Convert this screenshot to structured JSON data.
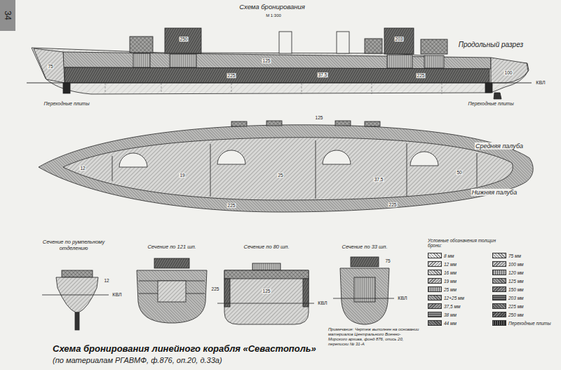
{
  "diagram": {
    "title": "Схема бронирования",
    "caption": "Схема бронирования линейного корабля «Севастополь»",
    "nodes": [
      {
        "text": [
          "34"
        ]
      }
    ],
    "labels": [
      "М 1:300",
      "Продольный разрез",
      "КВЛ",
      "Переходные плиты",
      "Переходные плиты",
      "Средняя палуба",
      "Нижняя палуба",
      "225",
      "125",
      "75",
      "250",
      "203",
      "225",
      "37,5",
      "100",
      "12",
      "19",
      "25",
      "37,5",
      "50",
      "225",
      "225",
      "125",
      "Сечение по румпельному отделению",
      "Сечение по 121 шп.",
      "Сечение по 80 шп.",
      "Сечение по 33 шп.",
      "КВЛ",
      "КВЛ",
      "КВЛ",
      "12",
      "225",
      "125",
      "75",
      "Примечание: Чертеж выполнен на основании материалов Центрального Военно-Морского архива, фонд 876, опись 20, переписки № 31-А",
      "Условные обозначения толщин брони:",
      "(по материалам РГАВМФ, ф.876, оп.20, д.33а)"
    ],
    "legend": [
      {
        "text": "8 мм",
        "color": "#f2f2f2"
      },
      {
        "text": "12 мм",
        "color": "#e0e0e0"
      },
      {
        "text": "16 мм",
        "color": "#d2d2d2"
      },
      {
        "text": "19 мм",
        "color": "#c6c6c6"
      },
      {
        "text": "25 мм",
        "color": "#b8b8b8"
      },
      {
        "text": "12+25 мм",
        "color": "#aaaaaa"
      },
      {
        "text": "37,5 мм",
        "color": "#9c9c9c"
      },
      {
        "text": "38 мм",
        "color": "#8e8e8e"
      },
      {
        "text": "44 мм",
        "color": "#808080"
      },
      {
        "text": "75 мм",
        "color": "#dadada"
      },
      {
        "text": "100 мм",
        "color": "#c8c8c8"
      },
      {
        "text": "120 мм",
        "color": "#b2b2b2"
      },
      {
        "text": "125 мм",
        "color": "#a2a2a2"
      },
      {
        "text": "150 мм",
        "color": "#909090"
      },
      {
        "text": "203 мм",
        "color": "#727272"
      },
      {
        "text": "225 мм",
        "color": "#5c5c5c"
      },
      {
        "text": "250 мм",
        "color": "#464646"
      },
      {
        "text": "Переходные плиты",
        "color": "#262626"
      }
    ]
  }
}
